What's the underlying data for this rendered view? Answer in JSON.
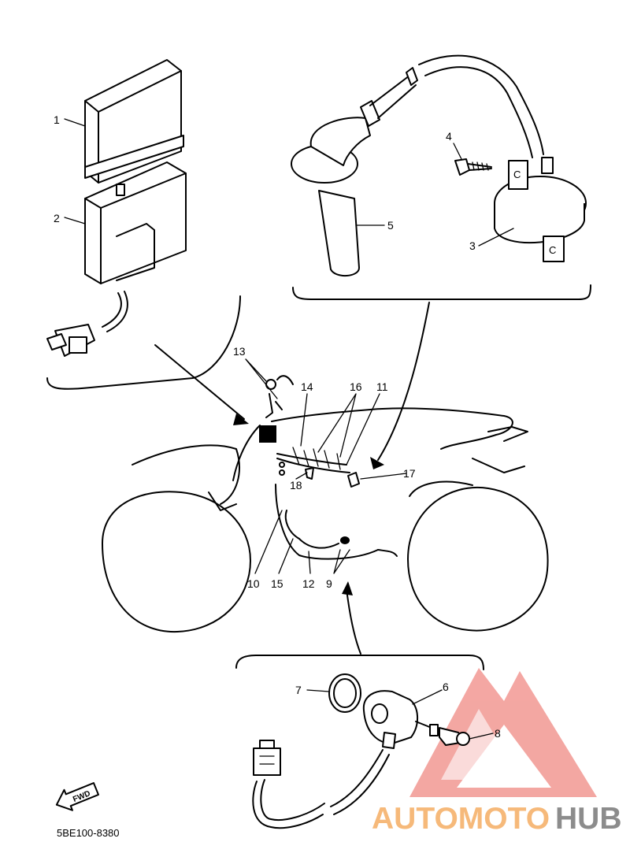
{
  "diagram_code": "5BE100-8380",
  "fwd_label": "FWD",
  "callouts": [
    "1",
    "2",
    "3",
    "4",
    "5",
    "6",
    "7",
    "8",
    "9",
    "10",
    "11",
    "12",
    "13",
    "14",
    "15",
    "16",
    "17",
    "18"
  ],
  "watermark": {
    "prefix": "AUTOMOTO",
    "suffix": "HUB",
    "prefix_color": "#f6b97a",
    "suffix_color": "#8c8c8c",
    "logo_color": "#f08a84"
  }
}
